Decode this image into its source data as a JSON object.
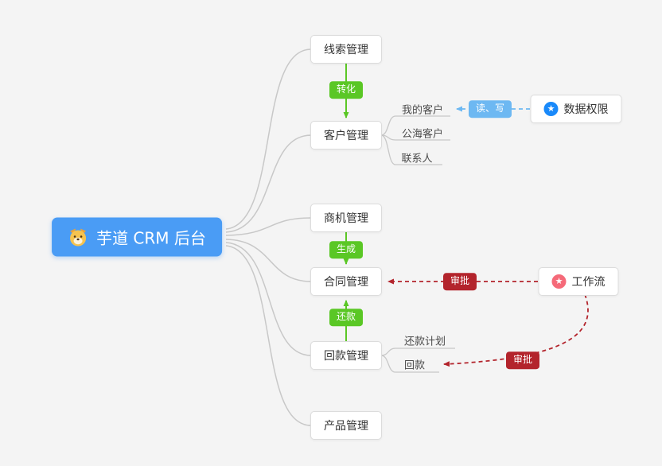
{
  "colors": {
    "background": "#f4f4f4",
    "root_node": "#4a9cf5",
    "green_edge": "#5ac725",
    "blue_edge": "#6db8f2",
    "red_edge": "#b3242c",
    "permission_icon": "#1989fa",
    "workflow_icon": "#f56a79",
    "connector_gray": "#c8c8c8"
  },
  "root": {
    "label": "芋道 CRM 后台",
    "icon": "dog-face-icon"
  },
  "branches": {
    "lead": {
      "label": "线索管理"
    },
    "customer": {
      "label": "客户管理"
    },
    "opportunity": {
      "label": "商机管理"
    },
    "contract": {
      "label": "合同管理"
    },
    "receivable": {
      "label": "回款管理"
    },
    "product": {
      "label": "产品管理"
    }
  },
  "customer_children": {
    "my_customer": {
      "label": "我的客户"
    },
    "public_customer": {
      "label": "公海客户"
    },
    "contact": {
      "label": "联系人"
    }
  },
  "receivable_children": {
    "repayment_plan": {
      "label": "还款计划"
    },
    "payment": {
      "label": "回款"
    }
  },
  "edge_labels": {
    "convert": {
      "label": "转化"
    },
    "generate": {
      "label": "生成"
    },
    "repayment": {
      "label": "还款"
    },
    "read_write": {
      "label": "读、写"
    },
    "approve_contract": {
      "label": "审批"
    },
    "approve_payment": {
      "label": "审批"
    }
  },
  "external_nodes": {
    "data_permission": {
      "label": "数据权限",
      "icon": "star-icon"
    },
    "workflow": {
      "label": "工作流",
      "icon": "star-icon"
    }
  }
}
